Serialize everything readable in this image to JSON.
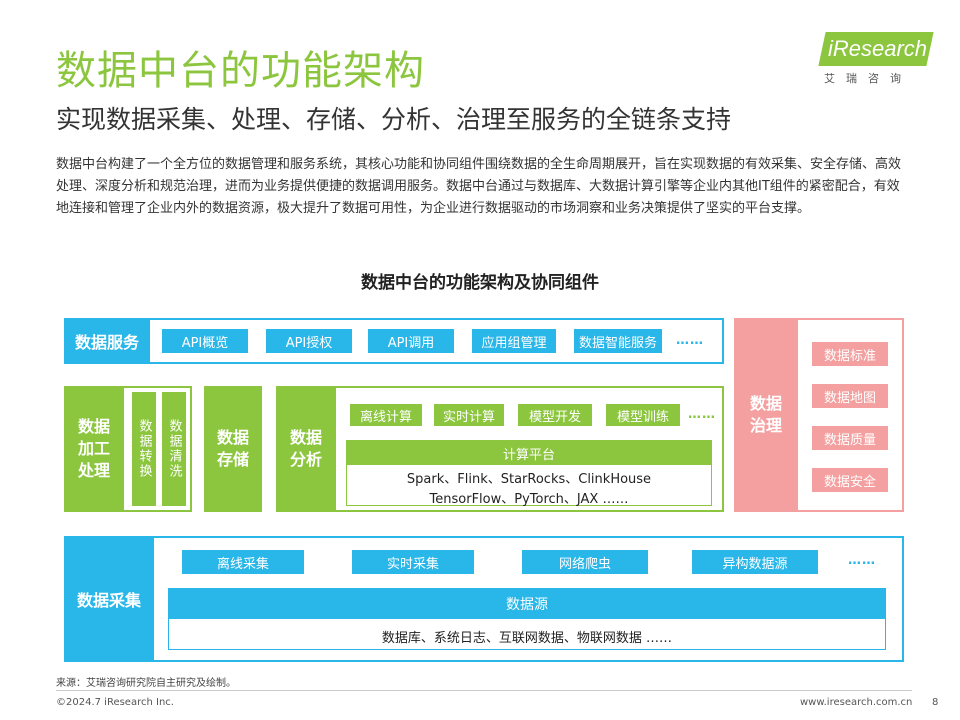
{
  "header": {
    "title": "数据中台的功能架构",
    "subtitle": "实现数据采集、处理、存储、分析、治理至服务的全链条支持",
    "logo_text": "iResearch",
    "logo_sub": "艾瑞咨询"
  },
  "intro": "数据中台构建了一个全方位的数据管理和服务系统，其核心功能和协同组件围绕数据的全生命周期展开，旨在实现数据的有效采集、安全存储、高效处理、深度分析和规范治理，进而为业务提供便捷的数据调用服务。数据中台通过与数据库、大数据计算引擎等企业内其他IT组件的紧密配合，有效地连接和管理了企业内外的数据资源，极大提升了数据可用性，为企业进行数据驱动的市场洞察和业务决策提供了坚实的平台支撑。",
  "figure_title": "数据中台的功能架构及协同组件",
  "service": {
    "label": "数据服务",
    "items": [
      "API概览",
      "API授权",
      "API调用",
      "应用组管理",
      "数据智能服务"
    ],
    "more": "……"
  },
  "processing": {
    "label": "数据加工处理",
    "sub1": "数据转换",
    "sub2": "数据清洗"
  },
  "storage": {
    "label": "数据存储"
  },
  "analysis": {
    "label": "数据分析",
    "items": [
      "离线计算",
      "实时计算",
      "模型开发",
      "模型训练"
    ],
    "more": "……",
    "platform_label": "计算平台",
    "platform_line1": "Spark、Flink、StarRocks、ClinkHouse",
    "platform_line2": "TensorFlow、PyTorch、JAX ……"
  },
  "governance": {
    "label": "数据治理",
    "items": [
      "数据标准",
      "数据地图",
      "数据质量",
      "数据安全"
    ]
  },
  "collection": {
    "label": "数据采集",
    "items": [
      "离线采集",
      "实时采集",
      "网络爬虫",
      "异构数据源"
    ],
    "more": "……",
    "source_label": "数据源",
    "source_detail": "数据库、系统日志、互联网数据、物联网数据 ……"
  },
  "footer": {
    "source": "来源：艾瑞咨询研究院自主研究及绘制。",
    "copyright": "©2024.7 iResearch Inc.",
    "website": "www.iresearch.com.cn",
    "page": "8"
  },
  "colors": {
    "green": "#8cc63f",
    "blue": "#29b6e8",
    "pink": "#f4a0a0"
  }
}
